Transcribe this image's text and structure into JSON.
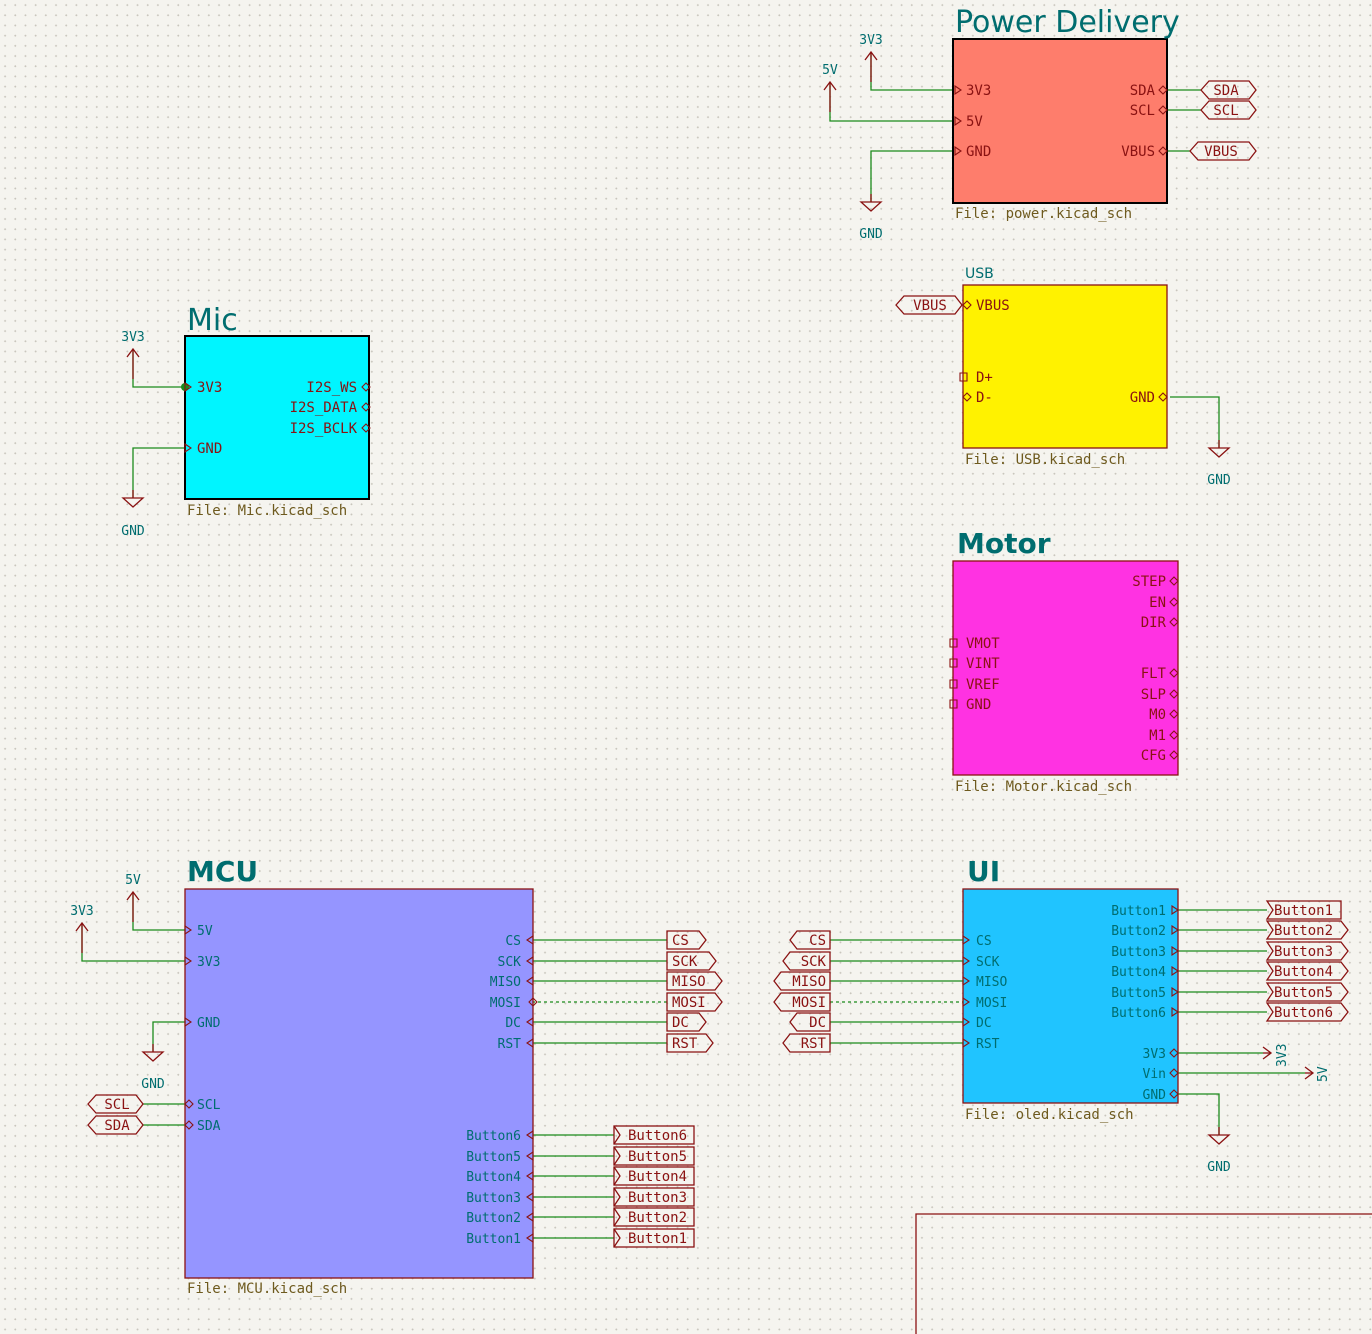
{
  "sheets": {
    "power": {
      "title": "Power Delivery",
      "file": "File: power.kicad_sch",
      "color": "#fe7d6c",
      "left_pins": [
        "3V3",
        "5V",
        "GND"
      ],
      "right_pins": [
        "SDA",
        "SCL",
        "VBUS"
      ]
    },
    "usb": {
      "title": "USB",
      "file": "File: USB.kicad_sch",
      "color": "#fff200",
      "left_pins": [
        "VBUS",
        "D+",
        "D-"
      ],
      "right_pins": [
        "GND"
      ]
    },
    "mic": {
      "title": "Mic",
      "file": "File: Mic.kicad_sch",
      "color": "#00f5ff",
      "left_pins": [
        "3V3",
        "GND"
      ],
      "right_pins": [
        "I2S_WS",
        "I2S_DATA",
        "I2S_BCLK"
      ]
    },
    "motor": {
      "title": "Motor",
      "file": "File: Motor.kicad_sch",
      "color": "#ff32e2",
      "left_pins": [
        "VMOT",
        "VINT",
        "VREF",
        "GND"
      ],
      "right_pins": [
        "STEP",
        "EN",
        "DIR",
        "FLT",
        "SLP",
        "M0",
        "M1",
        "CFG"
      ]
    },
    "mcu": {
      "title": "MCU",
      "file": "File: MCU.kicad_sch",
      "color": "#9595ff",
      "left_pins": [
        "5V",
        "3V3",
        "GND",
        "SCL",
        "SDA"
      ],
      "right_pins": [
        "CS",
        "SCK",
        "MISO",
        "MOSI",
        "DC",
        "RST",
        "Button6",
        "Button5",
        "Button4",
        "Button3",
        "Button2",
        "Button1"
      ]
    },
    "ui": {
      "title": "UI",
      "file": "File: oled.kicad_sch",
      "color": "#20c4ff",
      "left_pins": [
        "CS",
        "SCK",
        "MISO",
        "MOSI",
        "DC",
        "RST"
      ],
      "right_pins": [
        "Button1",
        "Button2",
        "Button3",
        "Button4",
        "Button5",
        "Button6",
        "3V3",
        "Vin",
        "GND"
      ]
    }
  },
  "power_symbols": {
    "v3v3": "3V3",
    "v5": "5V",
    "gnd": "GND"
  },
  "labels": {
    "sda": "SDA",
    "scl": "SCL",
    "vbus": "VBUS",
    "cs": "CS",
    "sck": "SCK",
    "miso": "MISO",
    "mosi": "MOSI",
    "dc": "DC",
    "rst": "RST",
    "button1": "Button1",
    "button2": "Button2",
    "button3": "Button3",
    "button4": "Button4",
    "button5": "Button5",
    "button6": "Button6"
  },
  "colors": {
    "wire": "#1b8a1b",
    "sheet_border": "#8a1212",
    "power_text": "#006d6f",
    "label_text": "#8a1212",
    "file_text": "#6e5a1e"
  }
}
